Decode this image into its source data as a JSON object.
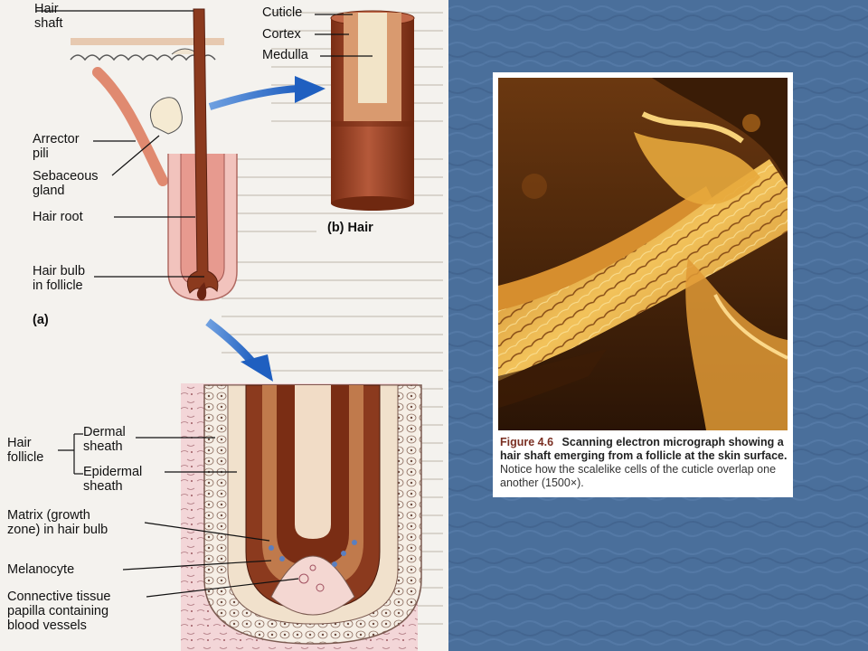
{
  "left_figure": {
    "labels": {
      "hair_shaft": "Hair\nshaft",
      "cuticle": "Cuticle",
      "cortex": "Cortex",
      "medulla": "Medulla",
      "arrector_pili": "Arrector\npili",
      "sebaceous_gland": "Sebaceous\ngland",
      "hair_root": "Hair root",
      "hair_bulb": "Hair bulb\nin follicle",
      "panel_a": "(a)",
      "panel_b": "(b) Hair",
      "hair_follicle": "Hair\nfollicle",
      "dermal_sheath": "Dermal\nsheath",
      "epidermal_sheath": "Epidermal\nsheath",
      "matrix": "Matrix (growth\nzone) in hair bulb",
      "melanocyte": "Melanocyte",
      "papilla": "Connective tissue\npapilla containing\nblood vessels"
    }
  },
  "right_figure": {
    "figure_number": "Figure 4.6",
    "caption_bold": "Scanning electron micrograph showing a hair shaft emerging from a follicle at the skin surface.",
    "caption_rest": "Notice how the scalelike cells of the cuticle overlap one another (1500×)."
  },
  "colors": {
    "slide_blue": "#4a6f9b",
    "page_bg": "#f4f2ee",
    "hair_brown": "#8b3a1e",
    "arrow_blue": "#1f5fc0",
    "micrograph_gold": "#e3a53a"
  }
}
